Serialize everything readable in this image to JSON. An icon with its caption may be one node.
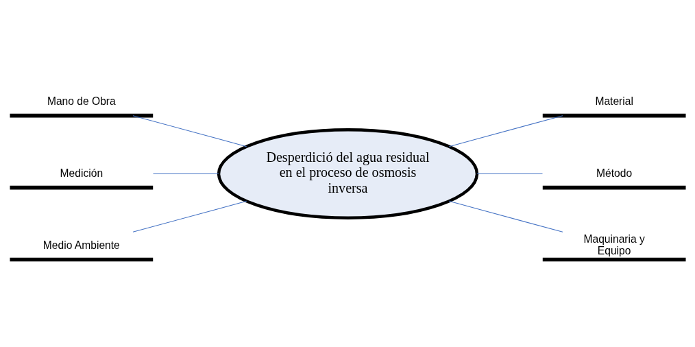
{
  "diagram": {
    "nodes": [
      {
        "text": [
          "Desperdició del agua residual en el proceso de osmosis inversa"
        ]
      },
      {
        "text": [
          "Mano de Obra"
        ]
      },
      {
        "text": [
          "Material"
        ]
      },
      {
        "text": [
          "Medición"
        ]
      },
      {
        "text": [
          "Método"
        ]
      },
      {
        "text": [
          "Medio Ambiente"
        ]
      },
      {
        "text": [
          "Maquinaria y Equipo"
        ]
      }
    ],
    "edges": [
      {
        "from": 1,
        "to": 0,
        "arrow": "none"
      },
      {
        "from": 0,
        "to": 2,
        "arrow": "none"
      },
      {
        "from": 3,
        "to": 0,
        "arrow": "none"
      },
      {
        "from": 0,
        "to": 4,
        "arrow": "none"
      },
      {
        "from": 5,
        "to": 0,
        "arrow": "none"
      },
      {
        "from": 0,
        "to": 6,
        "arrow": "none"
      }
    ]
  }
}
